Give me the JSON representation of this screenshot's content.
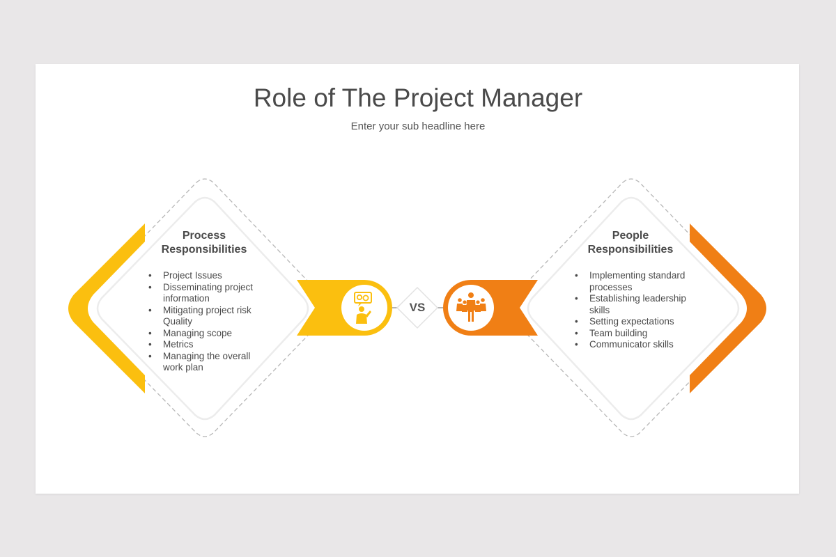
{
  "title": "Role of The Project Manager",
  "subtitle": "Enter your sub headline here",
  "vs_label": "VS",
  "colors": {
    "accent_left": "#fbbf0f",
    "accent_right": "#f07f15",
    "dashed_outline": "#b7b7b7",
    "inner_outline": "#ebebeb",
    "text": "#4a4a4a"
  },
  "left_panel": {
    "title_line1": "Process",
    "title_line2": "Responsibilities",
    "items": [
      "Project Issues",
      "Disseminating project information",
      "Mitigating project risk Quality",
      "Managing scope",
      "Metrics",
      "Managing the overall work plan"
    ],
    "icon": "presenter-gears-icon"
  },
  "right_panel": {
    "title_line1": "People",
    "title_line2": "Responsibilities",
    "items": [
      "Implementing standard processes",
      "Establishing leadership skills",
      "Setting expectations",
      "Team building",
      "Communicator skills"
    ],
    "icon": "team-leader-icon"
  }
}
